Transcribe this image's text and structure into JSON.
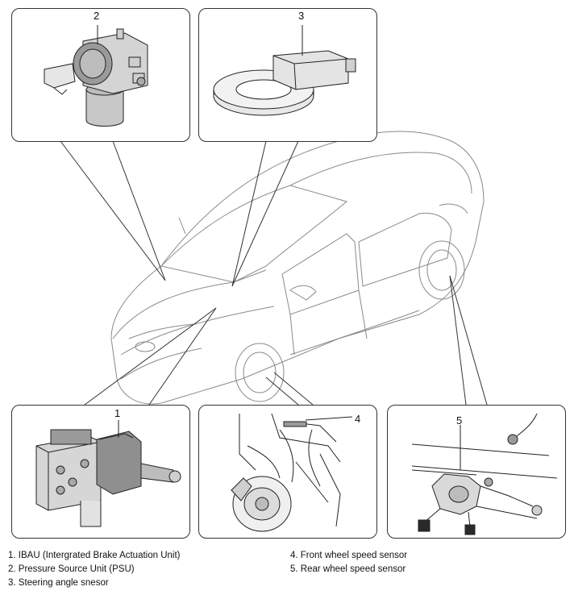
{
  "callouts": {
    "c1": "1",
    "c2": "2",
    "c3": "3",
    "c4": "4",
    "c5": "5"
  },
  "legend": {
    "item1": "1. IBAU (Intergrated Brake Actuation Unit)",
    "item2": "2. Pressure Source Unit (PSU)",
    "item3": "3. Steering angle snesor",
    "item4": "4. Front wheel speed sensor",
    "item5": "5. Rear wheel speed sensor"
  },
  "colors": {
    "line": "#333333",
    "part_fill": "#d9d9d9",
    "part_dark": "#9a9a9a"
  }
}
